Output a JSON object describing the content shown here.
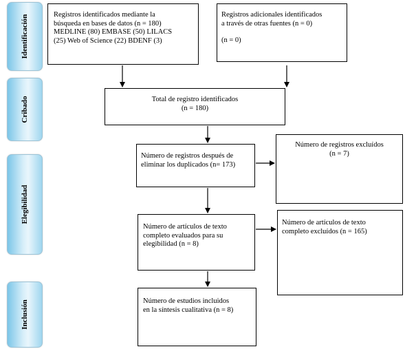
{
  "phases": {
    "identification": "Identificación",
    "screening": "Cribado",
    "eligibility": "Elegibilidad",
    "inclusion": "Inclusión"
  },
  "boxes": {
    "databases": {
      "line1": "Registros identificados mediante la",
      "line2": "búsqueda en bases de datos (n = 180)",
      "line3": "MEDLINE (80) EMBASE (50) LILACS",
      "line4": "(25) Web of Science (22) BDENF (3)"
    },
    "other_sources": {
      "line1": "Registros adicionales identificados",
      "line2": "a través de otras fuentes (n = 0)",
      "line3": "(n = 0)"
    },
    "total": {
      "line1": "Total de registro identificados",
      "line2": "(n = 180)"
    },
    "after_duplicates": {
      "line1": "Número de registros después de",
      "line2": "eliminar los duplicados (n= 173)"
    },
    "excluded_records": {
      "line1": "Número de registros excluídos",
      "line2": "(n = 7)"
    },
    "full_text_assessed": {
      "line1": "Número de artículos de texto",
      "line2": "completo evaluados para su",
      "line3": "elegibilidad (n = 8)"
    },
    "full_text_excluded": {
      "line1": "Número de artículos de texto",
      "line2": "completo excluídos (n = 165)"
    },
    "included": {
      "line1": "Número de estudios incluidos",
      "line2": "en la síntesis cualitativa (n = 8)"
    }
  }
}
